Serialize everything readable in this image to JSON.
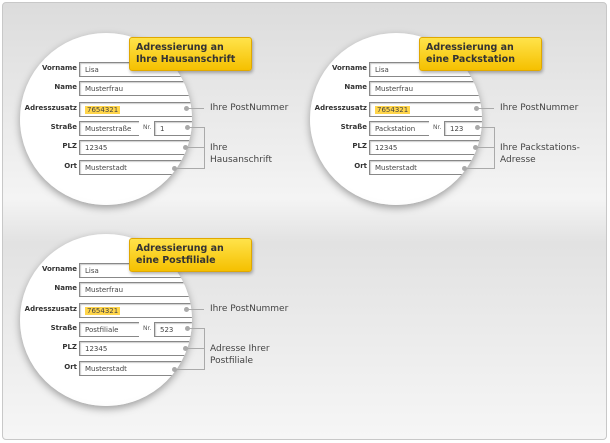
{
  "fields": {
    "vorname": "Vorname",
    "name": "Name",
    "adresszusatz": "Adresszusatz",
    "strasse": "Straße",
    "nr": "Nr.",
    "plz": "PLZ",
    "ort": "Ort"
  },
  "panels": [
    {
      "title": "Adressierung an Ihre Hausanschrift",
      "vorname": "Lisa",
      "name": "Musterfrau",
      "postnummer": "7654321",
      "strasse": "Musterstraße",
      "nr": "1",
      "plz": "12345",
      "ort": "Musterstadt",
      "note_postnummer": "Ihre PostNummer",
      "note_address": "Ihre Hausanschrift"
    },
    {
      "title": "Adressierung an eine Packstation",
      "vorname": "Lisa",
      "name": "Musterfrau",
      "postnummer": "7654321",
      "strasse": "Packstation",
      "nr": "123",
      "plz": "12345",
      "ort": "Musterstadt",
      "note_postnummer": "Ihre PostNummer",
      "note_address": "Ihre Packstations-Adresse"
    },
    {
      "title": "Adressierung an eine Postfiliale",
      "vorname": "Lisa",
      "name": "Musterfrau",
      "postnummer": "7654321",
      "strasse": "Postfiliale",
      "nr": "523",
      "plz": "12345",
      "ort": "Musterstadt",
      "note_postnummer": "Ihre PostNummer",
      "note_address": "Adresse Ihrer Postfiliale"
    }
  ],
  "colors": {
    "highlight": "#ffd54a",
    "title_bg": "#f5c000"
  }
}
